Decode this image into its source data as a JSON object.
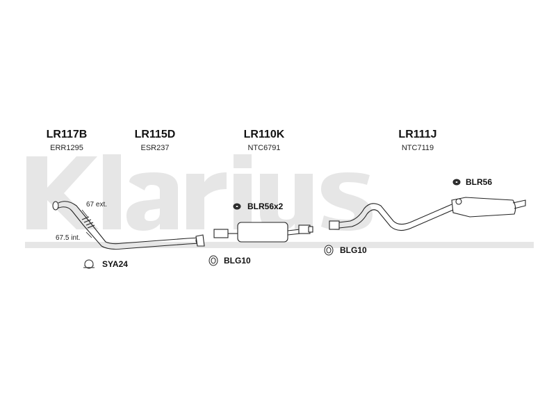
{
  "watermark": {
    "text": "Klarius",
    "color": "#e6e6e6"
  },
  "parts": [
    {
      "code": "LR117B",
      "ref": "ERR1295"
    },
    {
      "code": "LR115D",
      "ref": "ESR237"
    },
    {
      "code": "LR110K",
      "ref": "NTC6791"
    },
    {
      "code": "LR111J",
      "ref": "NTC7119"
    }
  ],
  "annotations": {
    "ext": "67 ext.",
    "int": "67.5 int."
  },
  "accessories": {
    "sya24": "SYA24",
    "blg10_left": "BLG10",
    "blr56x2": "BLR56x2",
    "blg10_right": "BLG10",
    "blr56": "BLR56"
  },
  "icons": {
    "clamp": "clamp-icon",
    "rubber_mount": "rubber-mount-icon",
    "gasket": "gasket-icon"
  }
}
